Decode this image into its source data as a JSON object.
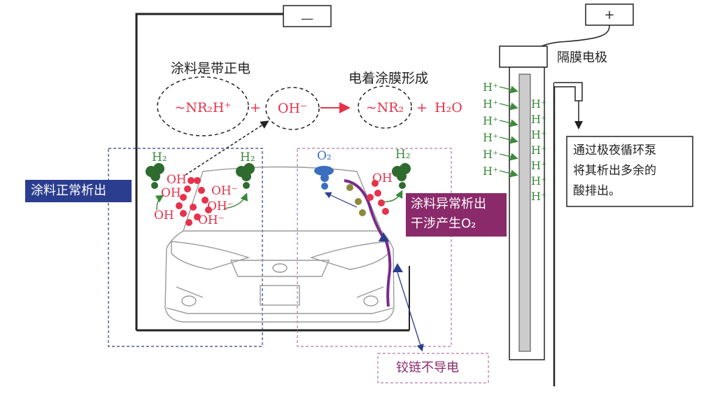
{
  "electrodes": {
    "negative_sign": "—",
    "positive_sign": "+",
    "membrane_label": "隔膜电极"
  },
  "reaction": {
    "left_caption": "涂料是带正电",
    "right_caption": "电着涂膜形成",
    "term1": "~NR₂H⁺",
    "plus1": "+",
    "term2": "OH⁻",
    "term3": "~NR₂",
    "plus2": "+",
    "term4": "H₂O"
  },
  "species": {
    "oh": "OH",
    "oh_minus": "OH⁻",
    "h2": "H₂",
    "o2": "O₂",
    "h_plus": "H⁺"
  },
  "labels": {
    "normal_deposit": "涂料正常析出",
    "abnormal_line1": "涂料异常析出",
    "abnormal_line2": "干涉产生O₂",
    "hinge": "铰链不导电",
    "pump_note_line1": "通过极夜循环泵",
    "pump_note_line2": "将其析出多余的",
    "pump_note_line3": "酸排出。"
  },
  "colors": {
    "normal_box": "#2b3d8f",
    "abnormal_box": "#8a2a6a",
    "red_species": "#e5334b",
    "green_species": "#3a8a3a",
    "blue_species": "#3a6fc0"
  }
}
